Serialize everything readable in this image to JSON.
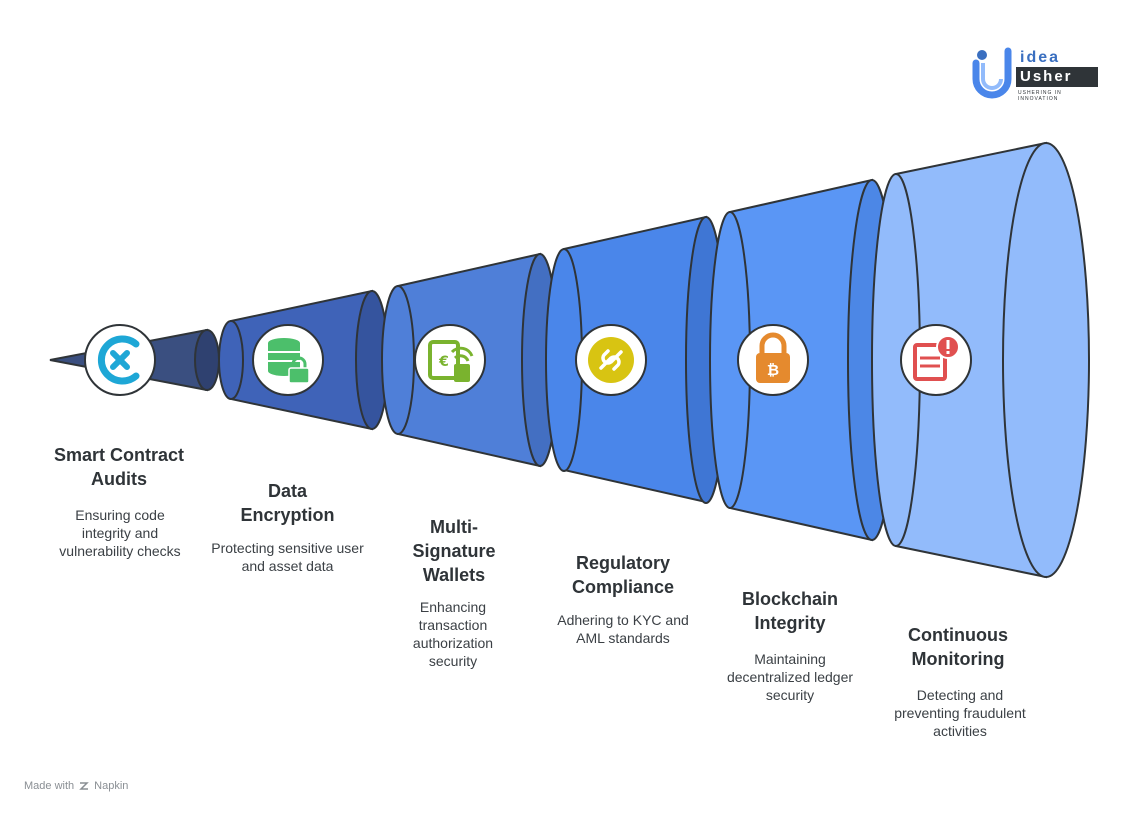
{
  "stages": [
    {
      "title": "Smart Contract Audits",
      "desc": "Ensuring code integrity and vulnerability checks",
      "icon": "contract-audit-icon",
      "color": "#3a4f80",
      "icon_color": "#1ea7d6"
    },
    {
      "title": "Data Encryption",
      "desc": "Protecting sensitive user and asset data",
      "icon": "database-lock-icon",
      "color": "#3f63b8",
      "icon_color": "#4cbf6b"
    },
    {
      "title": "Multi-Signature Wallets",
      "desc": "Enhancing transaction authorization security",
      "icon": "wallet-signature-icon",
      "color": "#4f7fd8",
      "icon_color": "#7ab32e"
    },
    {
      "title": "Regulatory Compliance",
      "desc": "Adhering to KYC and AML standards",
      "icon": "compliance-link-icon",
      "color": "#4a86ea",
      "icon_color": "#d8c412"
    },
    {
      "title": "Blockchain Integrity",
      "desc": "Maintaining decentralized ledger security",
      "icon": "bitcoin-lock-icon",
      "color": "#5a96f5",
      "icon_color": "#e58a2e"
    },
    {
      "title": "Continuous Monitoring",
      "desc": "Detecting and preventing fraudulent activities",
      "icon": "alert-monitor-icon",
      "color": "#92bbfb",
      "icon_color": "#e05050"
    }
  ],
  "logo": {
    "top": "idea",
    "bottom": "Usher",
    "tagline": "USHERING IN INNOVATION"
  },
  "footer": {
    "made_with": "Made with",
    "brand": "Napkin"
  }
}
